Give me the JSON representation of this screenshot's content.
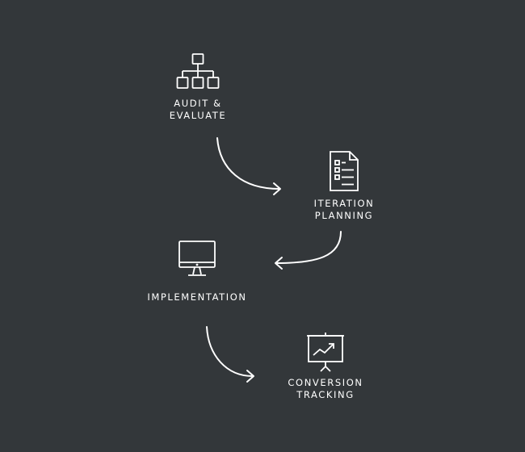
{
  "steps": [
    {
      "id": "audit",
      "icon": "sitemap-icon",
      "lines": [
        "AUDIT &",
        "EVALUATE"
      ]
    },
    {
      "id": "iteration",
      "icon": "document-checklist-icon",
      "lines": [
        "ITERATION",
        "PLANNING"
      ]
    },
    {
      "id": "implementation",
      "icon": "desktop-monitor-icon",
      "lines": [
        "IMPLEMENTATION"
      ]
    },
    {
      "id": "conversion",
      "icon": "presentation-chart-icon",
      "lines": [
        "CONVERSION",
        "TRACKING"
      ]
    }
  ],
  "colors": {
    "background": "#33373a",
    "foreground": "#ffffff"
  }
}
